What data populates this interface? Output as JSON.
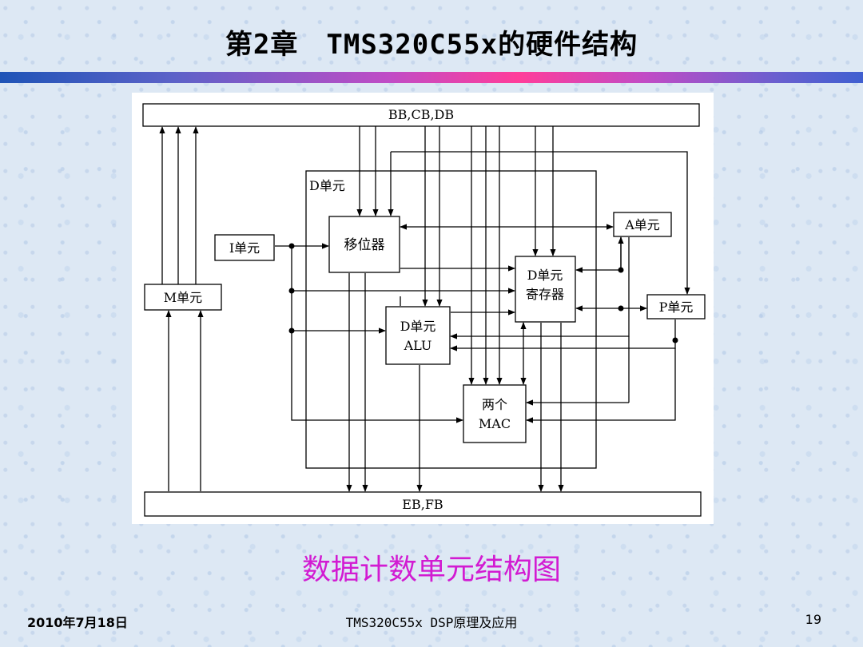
{
  "header": {
    "title": "第2章　TMS320C55x的硬件结构"
  },
  "diagram": {
    "bus_top": "BB,CB,DB",
    "bus_bottom": "EB,FB",
    "d_unit_frame": "D单元",
    "m_unit": "M单元",
    "i_unit": "I单元",
    "shifter": "移位器",
    "a_unit": "A单元",
    "d_reg_line1": "D单元",
    "d_reg_line2": "寄存器",
    "p_unit": "P单元",
    "alu_line1": "D单元",
    "alu_line2": "ALU",
    "mac_line1": "两个",
    "mac_line2": "MAC"
  },
  "caption": "数据计数单元结构图",
  "footer": {
    "date": "2010年7月18日",
    "center": "TMS320C55x DSP原理及应用",
    "page": "19"
  }
}
